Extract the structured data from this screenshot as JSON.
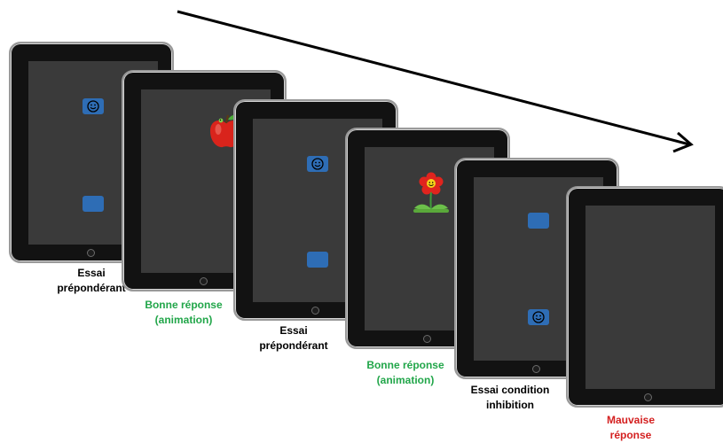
{
  "tablets": [
    {
      "caption": "Essai\nprépondérant",
      "caption_color": "#000000"
    },
    {
      "caption": "Bonne réponse\n(animation)",
      "caption_color": "#22a64a",
      "image": "red-apple-with-worm"
    },
    {
      "caption": "Essai\nprépondérant",
      "caption_color": "#000000"
    },
    {
      "caption": "Bonne réponse\n(animation)",
      "caption_color": "#22a64a",
      "image": "red-smiling-flower"
    },
    {
      "caption": "Essai condition\ninhibition",
      "caption_color": "#000000"
    },
    {
      "caption": "Mauvaise\nréponse",
      "caption_color": "#d42020"
    }
  ],
  "colors": {
    "button_blue": "#2e6db5",
    "screen_gray": "#3a3a3a",
    "tablet_black": "#121212",
    "correct_green": "#22a64a",
    "wrong_red": "#d42020"
  }
}
